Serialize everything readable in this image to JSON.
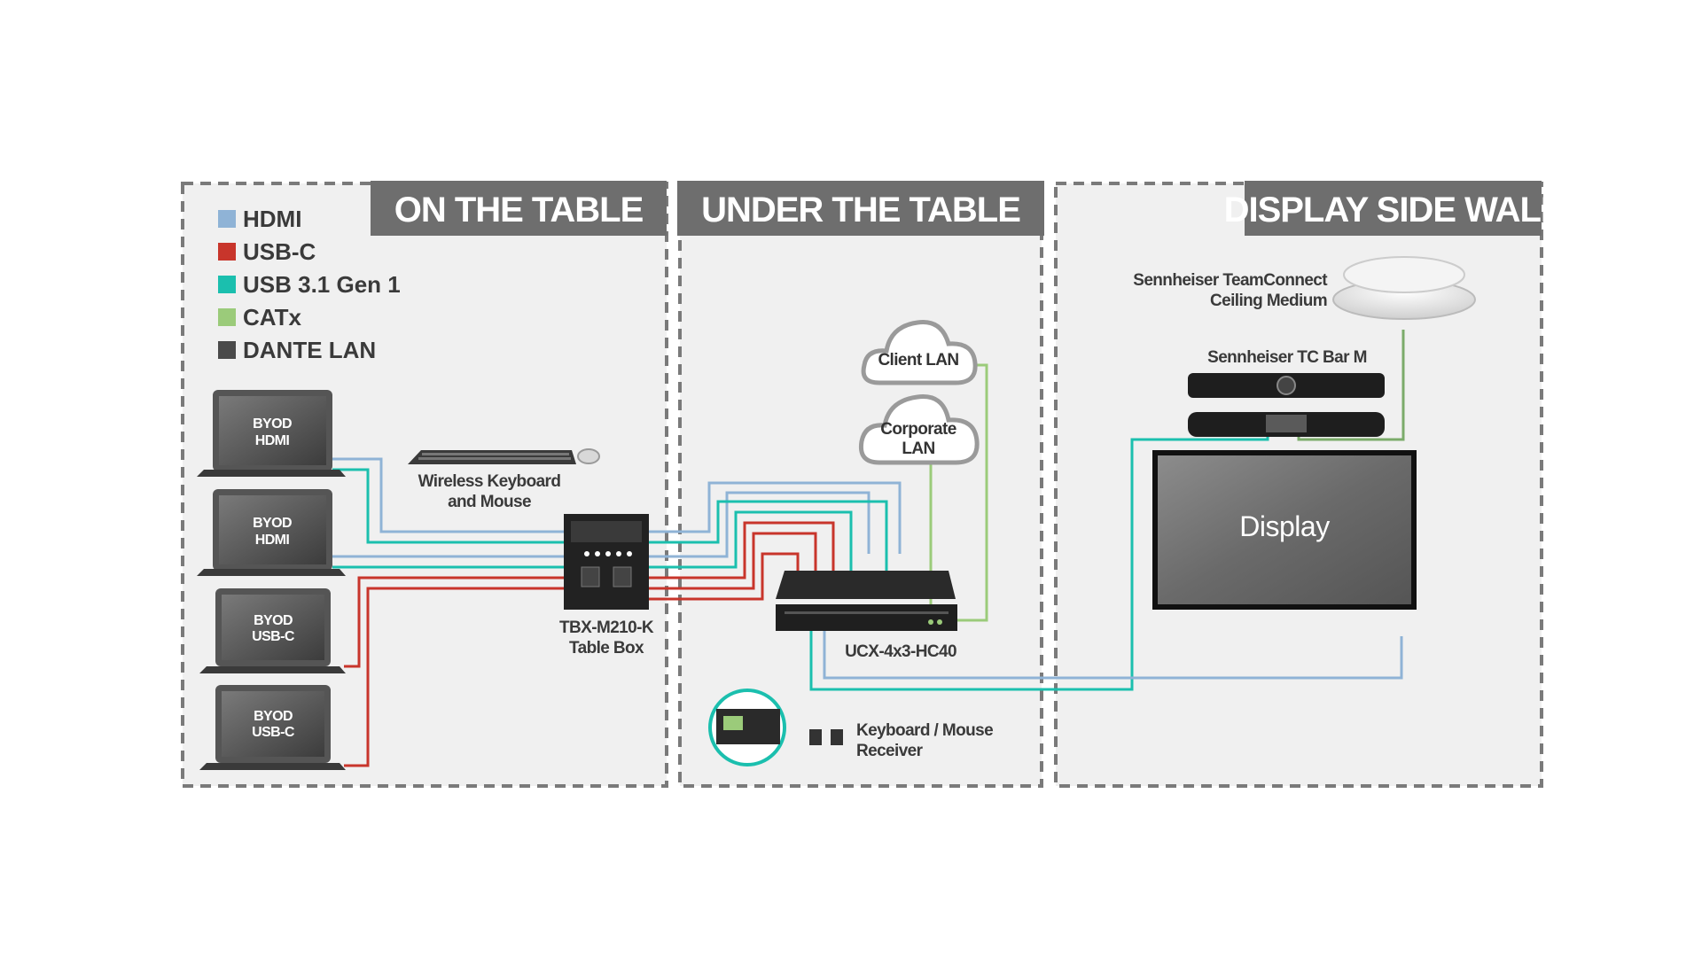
{
  "zones": {
    "on_table": "ON THE TABLE",
    "under_table": "UNDER THE TABLE",
    "display_wall": "DISPLAY SIDE WALL"
  },
  "legend": [
    {
      "label": "HDMI",
      "color": "#8fb3d6"
    },
    {
      "label": "USB-C",
      "color": "#c8352b"
    },
    {
      "label": "USB 3.1 Gen 1",
      "color": "#1bbfae"
    },
    {
      "label": "CATx",
      "color": "#9bcb7a"
    },
    {
      "label": "DANTE LAN",
      "color": "#4a4a4a"
    }
  ],
  "laptops": {
    "l1": [
      "BYOD",
      "HDMI"
    ],
    "l2": [
      "BYOD",
      "HDMI"
    ],
    "l3": [
      "BYOD",
      "USB-C"
    ],
    "l4": [
      "BYOD",
      "USB-C"
    ]
  },
  "keyboard": {
    "label": [
      "Wireless Keyboard",
      "and Mouse"
    ]
  },
  "table_box": {
    "label": [
      "TBX-M210-K",
      "Table Box"
    ]
  },
  "clouds": {
    "client": [
      "Client LAN"
    ],
    "corporate": [
      "Corporate",
      "LAN"
    ]
  },
  "switcher": {
    "label": "UCX-4x3-HC40"
  },
  "receiver": {
    "label": [
      "Keyboard / Mouse",
      "Receiver"
    ]
  },
  "ceiling_mic": {
    "label": [
      "Sennheiser TeamConnect",
      "Ceiling Medium"
    ]
  },
  "tc_bar": {
    "label": "Sennheiser TC Bar M"
  },
  "display": {
    "label": "Display"
  }
}
